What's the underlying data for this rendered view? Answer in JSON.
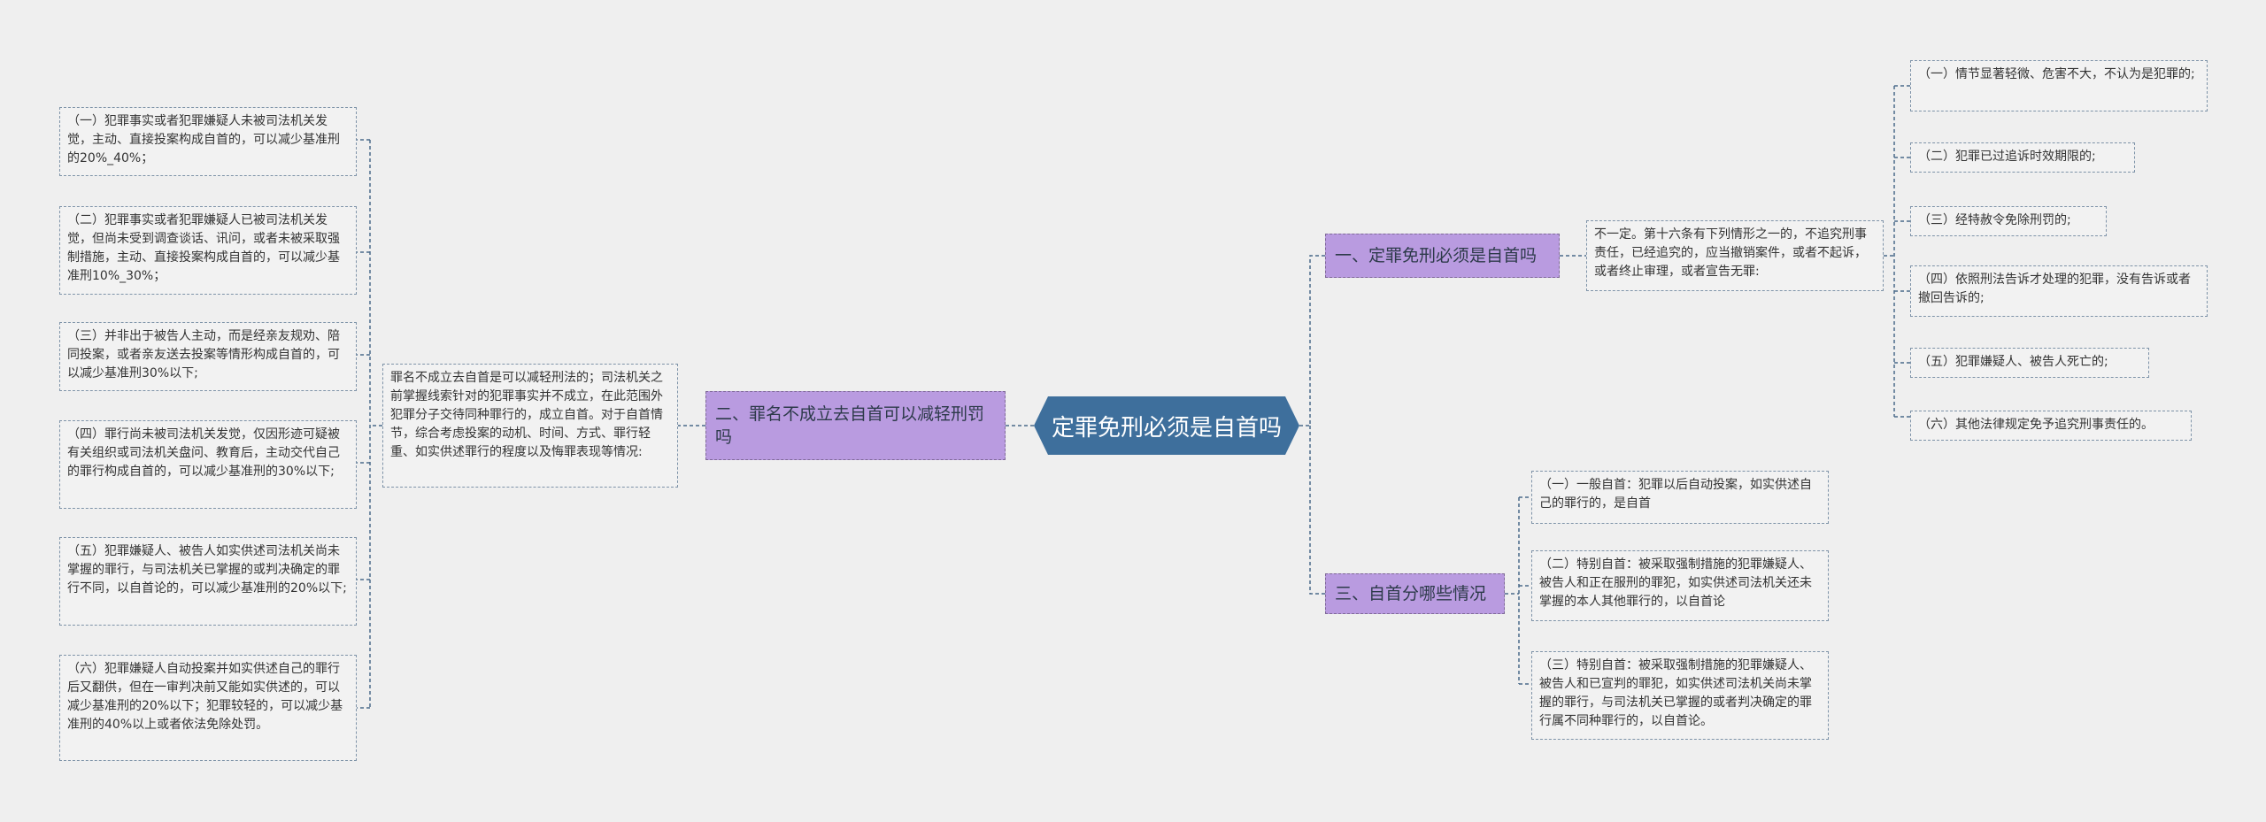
{
  "root": {
    "title": "定罪免刑必须是自首吗"
  },
  "branches": {
    "b1": {
      "label": "一、定罪免刑必须是自首吗"
    },
    "b2": {
      "label": "二、罪名不成立去自首可以减轻刑罚吗"
    },
    "b3": {
      "label": "三、自首分哪些情况"
    }
  },
  "b1_summary": "不一定。第十六条有下列情形之一的，不追究刑事责任，已经追究的，应当撤销案件，或者不起诉，或者终止审理，或者宣告无罪:",
  "b1_items": [
    "（一）情节显著轻微、危害不大，不认为是犯罪的;",
    "（二）犯罪已过追诉时效期限的;",
    "（三）经特赦令免除刑罚的;",
    "（四）依照刑法告诉才处理的犯罪，没有告诉或者撤回告诉的;",
    "（五）犯罪嫌疑人、被告人死亡的;",
    "（六）其他法律规定免予追究刑事责任的。"
  ],
  "b2_summary": "罪名不成立去自首是可以减轻刑法的；司法机关之前掌握线索针对的犯罪事实并不成立，在此范围外犯罪分子交待同种罪行的，成立自首。对于自首情节，综合考虑投案的动机、时间、方式、罪行轻重、如实供述罪行的程度以及悔罪表现等情况:",
  "b2_items": [
    "（一）犯罪事实或者犯罪嫌疑人未被司法机关发觉，主动、直接投案构成自首的，可以减少基准刑的20%_40%；",
    "（二）犯罪事实或者犯罪嫌疑人已被司法机关发觉，但尚未受到调查谈话、讯问，或者未被采取强制措施，主动、直接投案构成自首的，可以减少基准刑10%_30%；",
    "（三）并非出于被告人主动，而是经亲友规劝、陪同投案，或者亲友送去投案等情形构成自首的，可以减少基准刑30%以下;",
    "（四）罪行尚未被司法机关发觉，仅因形迹可疑被有关组织或司法机关盘问、教育后，主动交代自己的罪行构成自首的，可以减少基准刑的30%以下;",
    "（五）犯罪嫌疑人、被告人如实供述司法机关尚未掌握的罪行，与司法机关已掌握的或判决确定的罪行不同，以自首论的，可以减少基准刑的20%以下;",
    "（六）犯罪嫌疑人自动投案并如实供述自己的罪行后又翻供，但在一审判决前又能如实供述的，可以减少基准刑的20%以下；犯罪较轻的，可以减少基准刑的40%以上或者依法免除处罚。"
  ],
  "b3_items": [
    "（一）一般自首：犯罪以后自动投案，如实供述自己的罪行的，是自首",
    "（二）特别自首：被采取强制措施的犯罪嫌疑人、被告人和正在服刑的罪犯，如实供述司法机关还未掌握的本人其他罪行的，以自首论",
    "（三）特别自首：被采取强制措施的犯罪嫌疑人、被告人和已宣判的罪犯，如实供述司法机关尚未掌握的罪行，与司法机关已掌握的或者判决确定的罪行属不同种罪行的，以自首论。"
  ]
}
